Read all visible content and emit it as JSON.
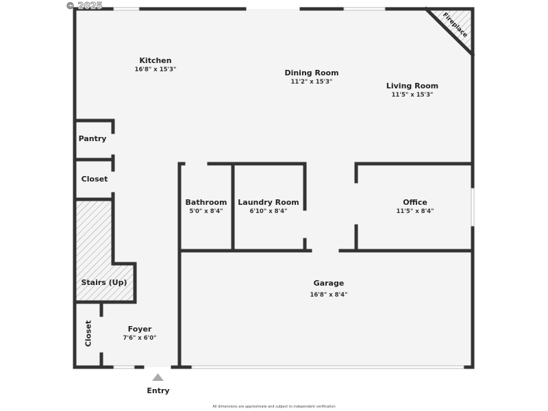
{
  "watermark": "© 2025",
  "rooms": [
    {
      "name": "Kitchen",
      "dim": "16'8\" x 15'3\""
    },
    {
      "name": "Dining Room",
      "dim": "11'2\" x 15'3\""
    },
    {
      "name": "Living Room",
      "dim": "11'5\" x 15'3\""
    },
    {
      "name": "Pantry"
    },
    {
      "name": "Closet"
    },
    {
      "name": "Bathroom",
      "dim": "5'0\" x 8'4\""
    },
    {
      "name": "Laundry Room",
      "dim": "6'10\" x 8'4\""
    },
    {
      "name": "Office",
      "dim": "11'5\" x 8'4\""
    },
    {
      "name": "Stairs (Up)"
    },
    {
      "name": "Garage",
      "dim": "16'8\" x 8'4\""
    },
    {
      "name": "Closet"
    },
    {
      "name": "Foyer",
      "dim": "7'6\" x 6'0\""
    },
    {
      "name": "Fireplace"
    }
  ],
  "entry_label": "Entry",
  "footnote": "All dimensions are approximate and subject to independent verification",
  "colors": {
    "wall": "#333333",
    "floor": "#f4f4f4",
    "entry_arrow": "#aaaaaa"
  }
}
